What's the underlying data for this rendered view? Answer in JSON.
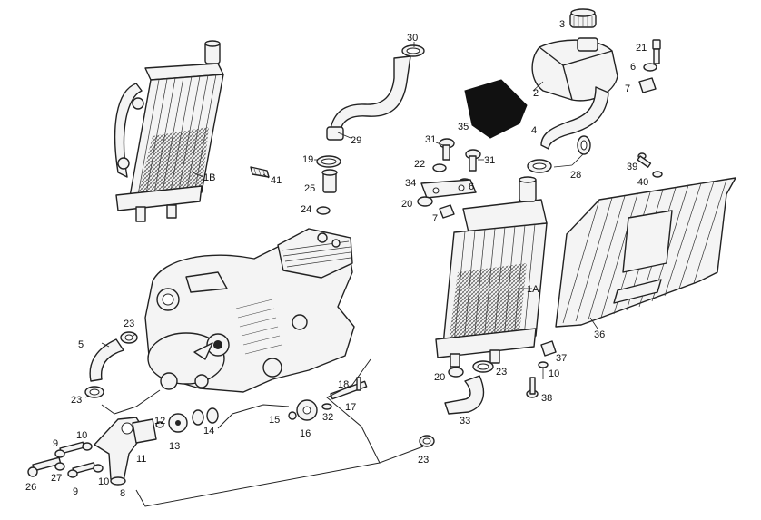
{
  "diagram": {
    "labels": {
      "p1a": "1A",
      "p1b": "1B",
      "p2": "2",
      "p3": "3",
      "p4": "4",
      "p5": "5",
      "p6a": "6",
      "p6b": "6",
      "p7a": "7",
      "p7b": "7",
      "p8": "8",
      "p9a": "9",
      "p9b": "9",
      "p10a": "10",
      "p10b": "10",
      "p10c": "10",
      "p11": "11",
      "p12": "12",
      "p13": "13",
      "p14": "14",
      "p15": "15",
      "p16": "16",
      "p17": "17",
      "p18": "18",
      "p19": "19",
      "p20a": "20",
      "p20b": "20",
      "p21": "21",
      "p22": "22",
      "p23a": "23",
      "p23b": "23",
      "p23c": "23",
      "p23d": "23",
      "p24": "24",
      "p25": "25",
      "p26": "26",
      "p27": "27",
      "p28": "28",
      "p29": "29",
      "p30": "30",
      "p31a": "31",
      "p31b": "31",
      "p32": "32",
      "p33": "33",
      "p34": "34",
      "p35": "35",
      "p36": "36",
      "p37": "37",
      "p38": "38",
      "p39": "39",
      "p40": "40",
      "p41": "41"
    }
  }
}
